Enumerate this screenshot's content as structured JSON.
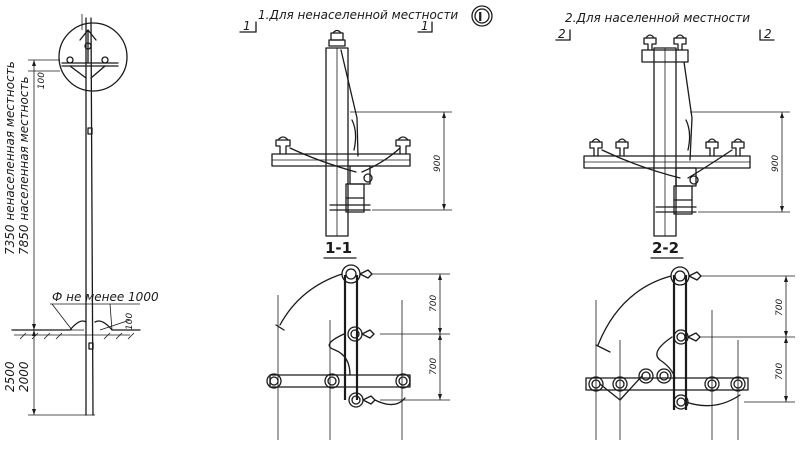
{
  "titles": {
    "uninhabited": "1.Для ненаселенной местности",
    "inhabited": "2.Для населенной местности",
    "detail_mark": "I"
  },
  "cut_marks": {
    "cut1_left": "1",
    "cut1_right": "1",
    "cut2_left": "2",
    "cut2_right": "2"
  },
  "section_labels": {
    "section1": "1-1",
    "section2": "2-2"
  },
  "pole": {
    "height_uninhabited": "7350 ненаселенная местность",
    "height_inhabited": "7850 населенная местность",
    "top_dim": "100",
    "diameter_note": "Ф не менее 1000",
    "ground_dim": "100",
    "burial_uninhabited": "2500",
    "burial_inhabited": "2000"
  },
  "dims": {
    "elev1": "900",
    "elev2": "900",
    "plan1_upper": "700",
    "plan1_lower": "700",
    "plan2_upper": "700",
    "plan2_lower": "700"
  }
}
